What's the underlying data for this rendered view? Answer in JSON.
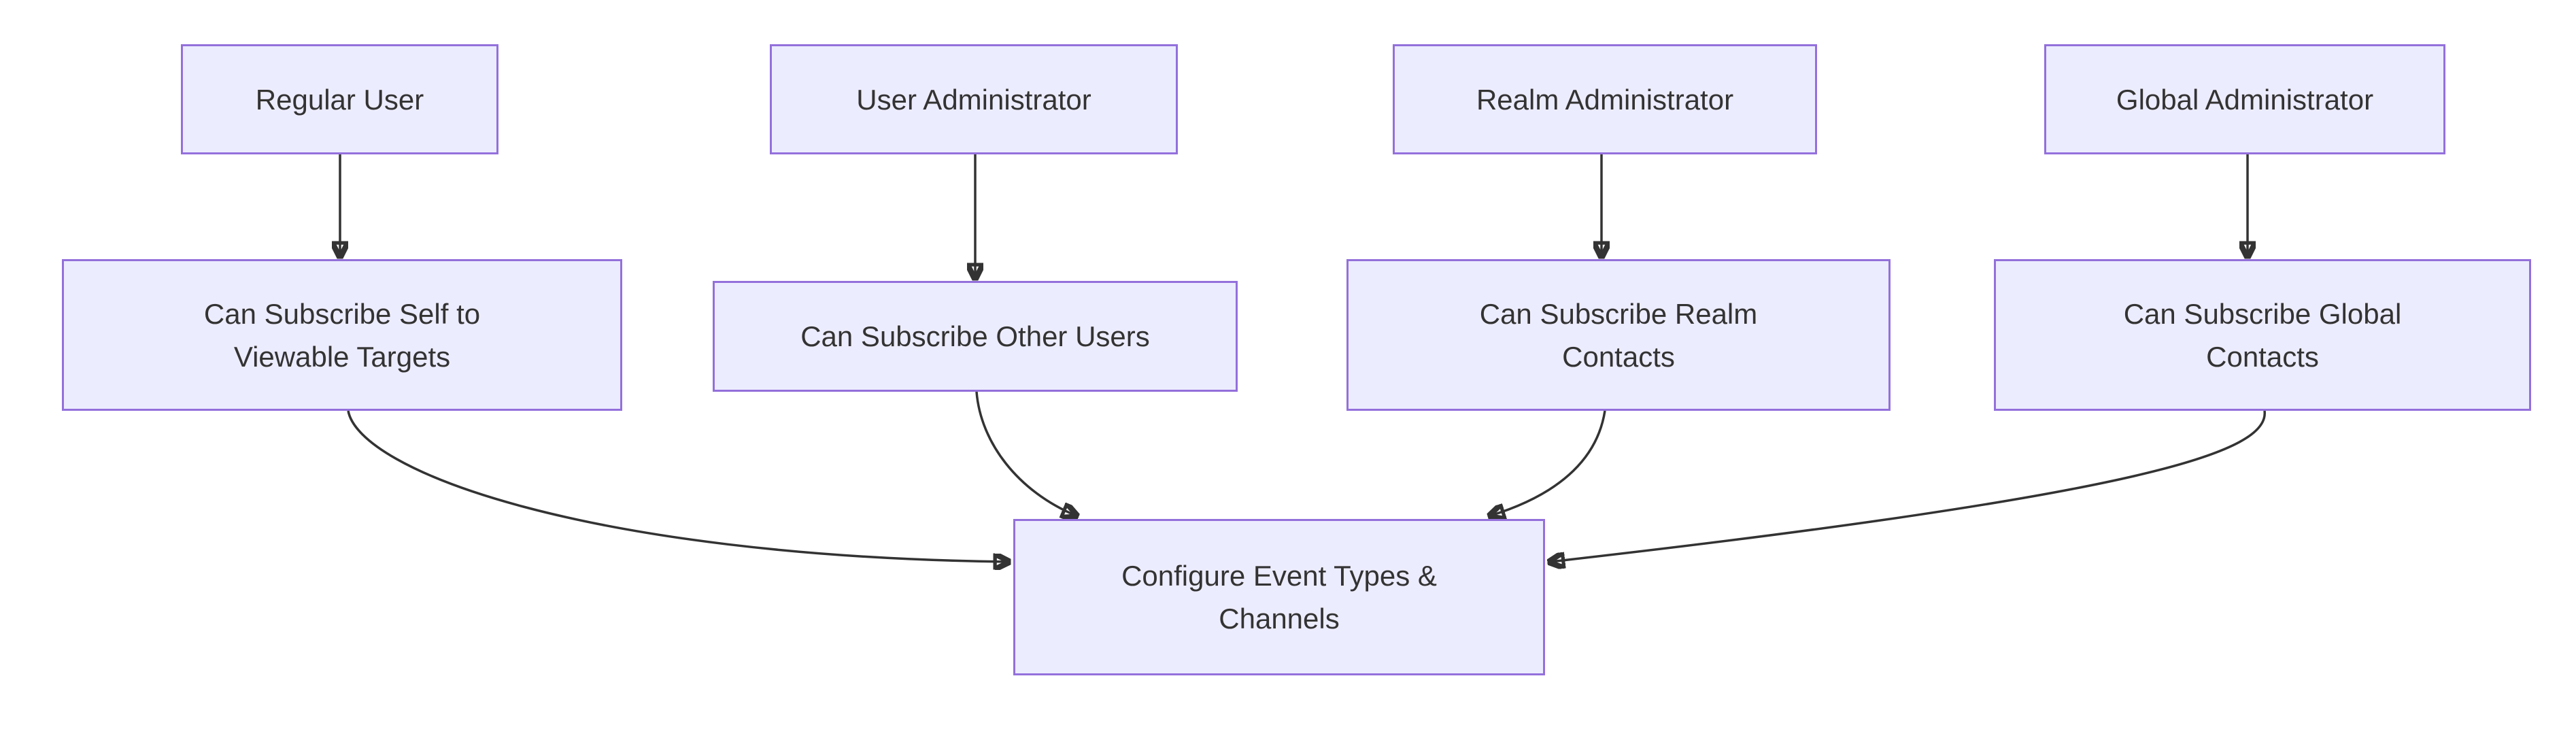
{
  "diagram": {
    "type": "flowchart",
    "direction": "top-down",
    "colors": {
      "background": "#ffffff",
      "node_fill": "#ECECFF",
      "node_border": "#9370DB",
      "edge_line": "#333333",
      "text": "#333333"
    },
    "nodes": {
      "regular_user": {
        "label": "Regular User"
      },
      "user_admin": {
        "label": "User Administrator"
      },
      "realm_admin": {
        "label": "Realm Administrator"
      },
      "global_admin": {
        "label": "Global Administrator"
      },
      "subscribe_self": {
        "line1": "Can Subscribe Self to",
        "line2": "Viewable Targets"
      },
      "subscribe_others": {
        "line1": "Can Subscribe Other Users"
      },
      "subscribe_realm": {
        "line1": "Can Subscribe Realm",
        "line2": "Contacts"
      },
      "subscribe_global": {
        "line1": "Can Subscribe Global",
        "line2": "Contacts"
      },
      "configure": {
        "line1": "Configure Event Types &",
        "line2": "Channels"
      }
    },
    "edges": [
      {
        "from": "Regular User",
        "to": "Can Subscribe Self to Viewable Targets"
      },
      {
        "from": "User Administrator",
        "to": "Can Subscribe Other Users"
      },
      {
        "from": "Realm Administrator",
        "to": "Can Subscribe Realm Contacts"
      },
      {
        "from": "Global Administrator",
        "to": "Can Subscribe Global Contacts"
      },
      {
        "from": "Can Subscribe Self to Viewable Targets",
        "to": "Configure Event Types & Channels"
      },
      {
        "from": "Can Subscribe Other Users",
        "to": "Configure Event Types & Channels"
      },
      {
        "from": "Can Subscribe Realm Contacts",
        "to": "Configure Event Types & Channels"
      },
      {
        "from": "Can Subscribe Global Contacts",
        "to": "Configure Event Types & Channels"
      }
    ]
  }
}
